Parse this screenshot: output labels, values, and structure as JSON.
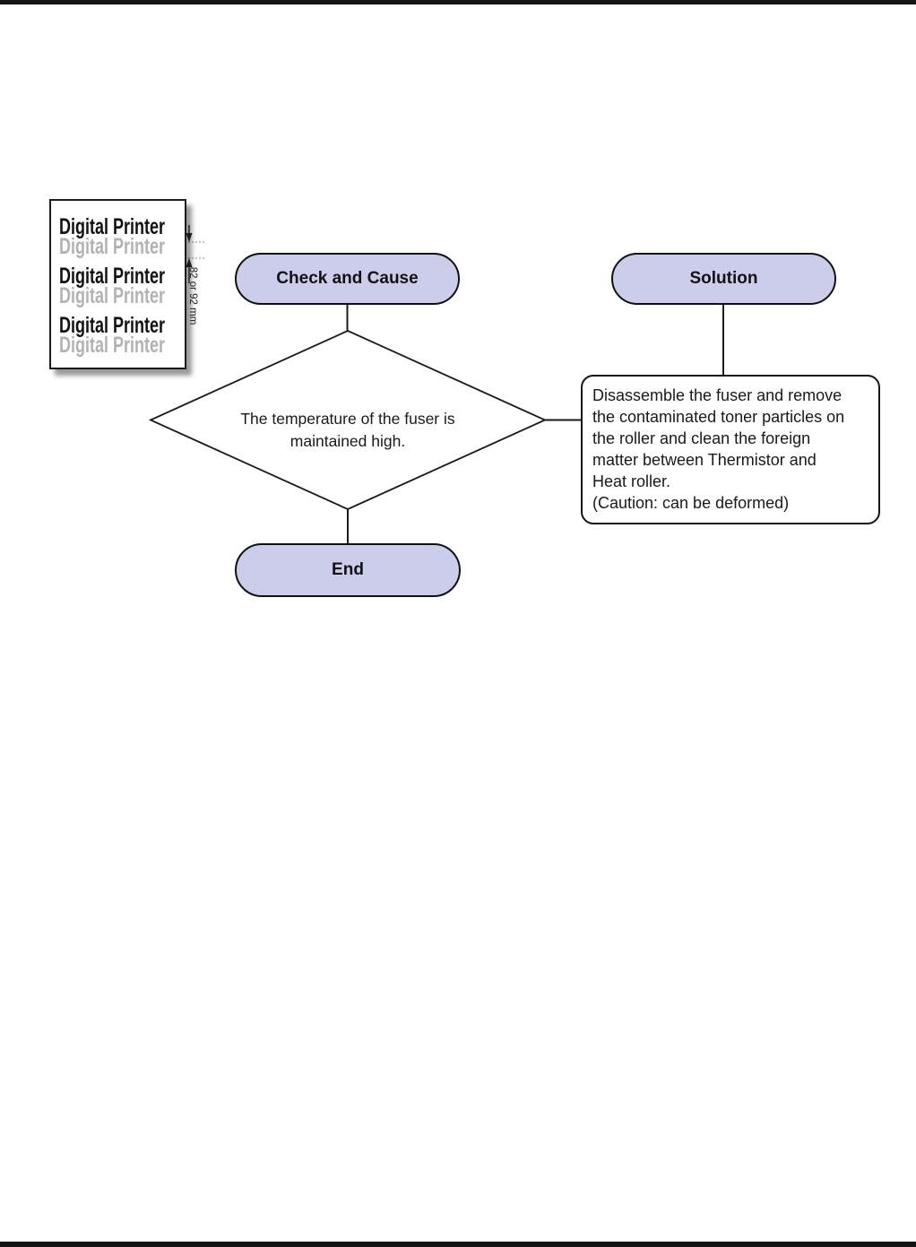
{
  "page": {
    "type": "printer service manual troubleshooting flowchart",
    "edge_bar_color": "#141414",
    "background": "#ffffff"
  },
  "colors": {
    "pill_fill": "#cccdea",
    "pill_border": "#101010",
    "connector_line": "#1a1a1a",
    "ghost_text": "#b2b2b2",
    "paper_shadow": "rgba(0,0,0,0.40)"
  },
  "paper_sample": {
    "text": "Digital Printer",
    "repeat": 3,
    "measure_label": "82 or 92 mm"
  },
  "flowchart": {
    "check_pill": "Check and Cause",
    "solution_pill": "Solution",
    "end_pill": "End",
    "diamond_lines": [
      "The temperature of the fuser is",
      "maintained high."
    ],
    "solution_lines": [
      "Disassemble the fuser and remove",
      "the contaminated toner particles on",
      "the roller and clean the foreign",
      "matter between Thermistor and",
      "Heat roller.",
      "(Caution: can be deformed)"
    ]
  }
}
